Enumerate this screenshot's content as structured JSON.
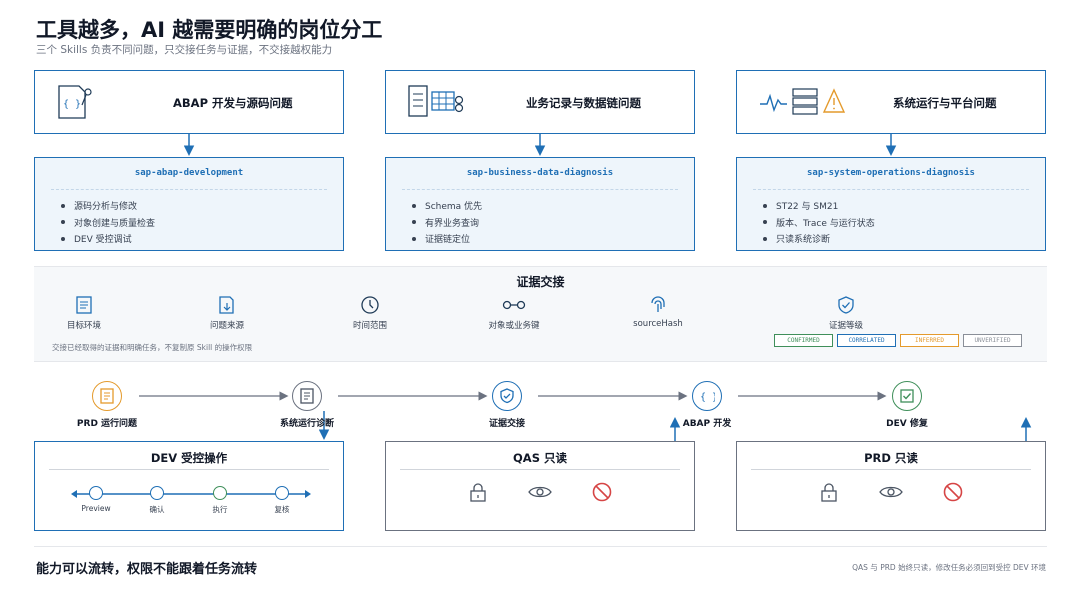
{
  "header": {
    "title": "工具越多，AI 越需要明确的岗位分工",
    "subtitle": "三个 Skills 负责不同问题，只交接任务与证据，不交接越权能力"
  },
  "domains": [
    {
      "label": "ABAP 开发与源码问题",
      "icon": "code-icon"
    },
    {
      "label": "业务记录与数据链问题",
      "icon": "data-table-icon"
    },
    {
      "label": "系统运行与平台问题",
      "icon": "monitor-icon"
    }
  ],
  "skills": [
    {
      "name": "sap-abap-development",
      "items": [
        "源码分析与修改",
        "对象创建与质量检查",
        "DEV 受控调试"
      ]
    },
    {
      "name": "sap-business-data-diagnosis",
      "items": [
        "Schema 优先",
        "有界业务查询",
        "证据链定位"
      ]
    },
    {
      "name": "sap-system-operations-diagnosis",
      "items": [
        "ST22 与 SM21",
        "版本、Trace 与运行状态",
        "只读系统诊断"
      ]
    }
  ],
  "evidence": {
    "title": "证据交接",
    "items": [
      {
        "label": "目标环境",
        "icon": "document-icon"
      },
      {
        "label": "问题来源",
        "icon": "file-arrow-icon"
      },
      {
        "label": "时间范围",
        "icon": "clock-icon"
      },
      {
        "label": "对象或业务键",
        "icon": "key-link-icon"
      },
      {
        "label": "sourceHash",
        "icon": "fingerprint-icon"
      },
      {
        "label": "证据等级",
        "icon": "shield-check-icon"
      }
    ],
    "note": "交接已经取得的证据和明确任务，不复制原 Skill 的操作权限",
    "levels": [
      {
        "label": "CONFIRMED",
        "color": "#3f8f5a"
      },
      {
        "label": "CORRELATED",
        "color": "#1f6fb5"
      },
      {
        "label": "INFERRED",
        "color": "#e49a2c"
      },
      {
        "label": "UNVERIFIED",
        "color": "#8a8f98"
      }
    ]
  },
  "flow": {
    "nodes": [
      {
        "label": "PRD 运行问题",
        "color": "#e49a2c",
        "icon": "document-icon"
      },
      {
        "label": "系统运行诊断",
        "color": "#6b7280",
        "icon": "document-icon"
      },
      {
        "label": "证据交接",
        "color": "#1f6fb5",
        "icon": "shield-check-icon"
      },
      {
        "label": "ABAP 开发",
        "color": "#1f6fb5",
        "icon": "code-icon"
      },
      {
        "label": "DEV 修复",
        "color": "#3f8f5a",
        "icon": "checkbox-icon"
      }
    ]
  },
  "environments": {
    "dev": {
      "title": "DEV 受控操作",
      "steps": [
        "Preview",
        "确认",
        "执行",
        "复核"
      ]
    },
    "qas": {
      "title": "QAS 只读",
      "icons": [
        "lock-icon",
        "eye-icon",
        "prohibited-icon"
      ]
    },
    "prd": {
      "title": "PRD 只读",
      "icons": [
        "lock-icon",
        "eye-icon",
        "prohibited-icon"
      ]
    }
  },
  "footer": {
    "title": "能力可以流转，权限不能跟着任务流转",
    "note": "QAS 与 PRD 始终只读，修改任务必须回到受控 DEV 环境"
  },
  "colors": {
    "accent": "#1f6fb5",
    "warning": "#e49a2c",
    "success": "#3f8f5a",
    "danger": "#d64545",
    "neutral": "#6b7280"
  }
}
